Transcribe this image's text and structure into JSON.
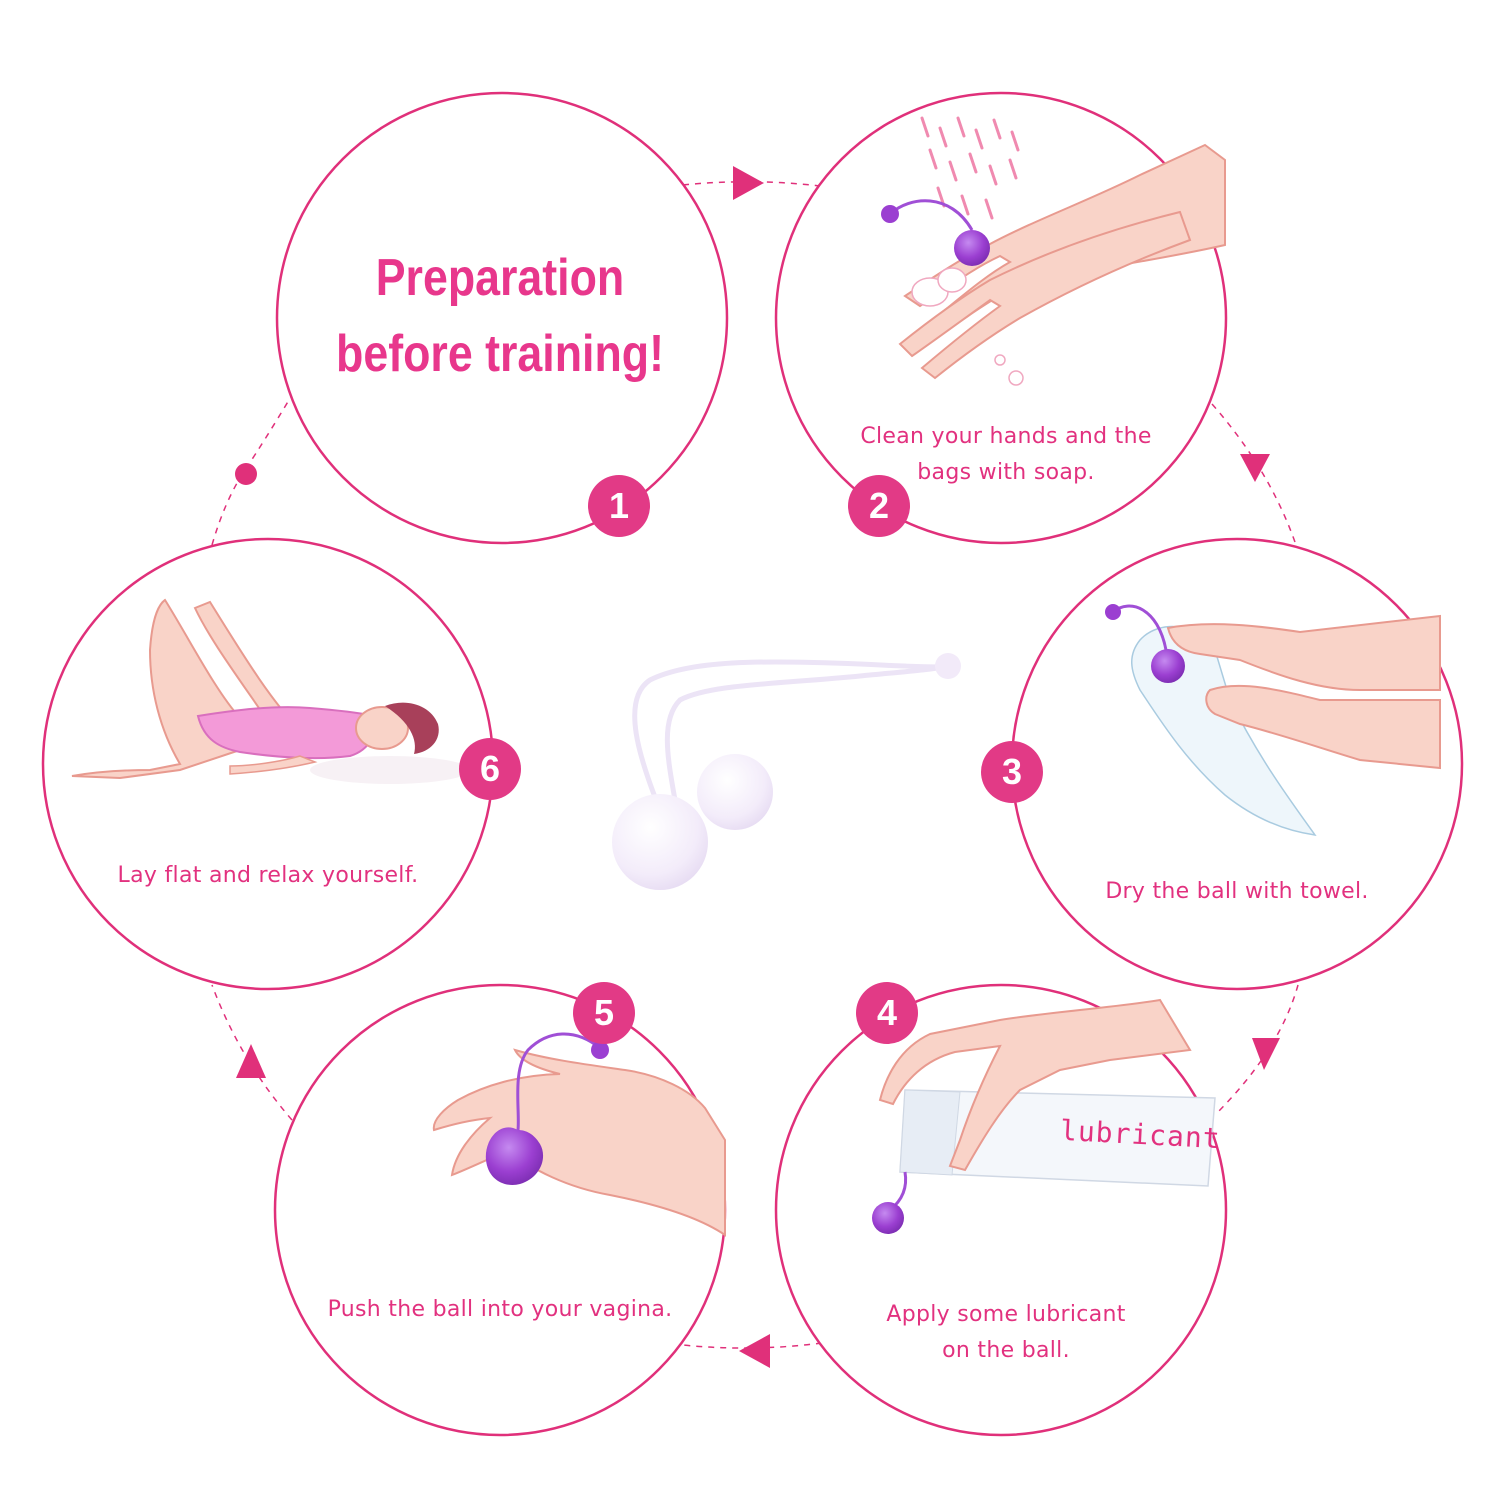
{
  "title": {
    "line1": "Preparation",
    "line2": "before training!"
  },
  "steps": [
    {
      "number": "1",
      "caption": []
    },
    {
      "number": "2",
      "caption": [
        "Clean your hands and the",
        "bags with soap."
      ]
    },
    {
      "number": "3",
      "caption": [
        "Dry the ball with towel."
      ]
    },
    {
      "number": "4",
      "caption": [
        "Apply some lubricant",
        "on the ball."
      ]
    },
    {
      "number": "5",
      "caption": [
        "Push the ball into your vagina."
      ]
    },
    {
      "number": "6",
      "caption": [
        "Lay flat and relax yourself."
      ]
    }
  ],
  "bottle_label": "lubricant",
  "colors": {
    "ring": "#e0307a",
    "accent": "#e23a86",
    "text": "#e2317f",
    "skin": "#f9d3c8",
    "ball_purple": "#9b3fd1",
    "product_ball": "#f3ecfa",
    "nightgown": "#f39ad8",
    "hair": "#a8405a"
  },
  "icons": [
    "arrow-right-icon",
    "arrow-down-icon",
    "arrow-left-icon",
    "arrow-up-icon",
    "start-dot-icon",
    "kegel-ball-icon",
    "water-drops-icon",
    "hand-icon",
    "towel-icon",
    "lubricant-bottle-icon",
    "reclining-woman-icon"
  ]
}
